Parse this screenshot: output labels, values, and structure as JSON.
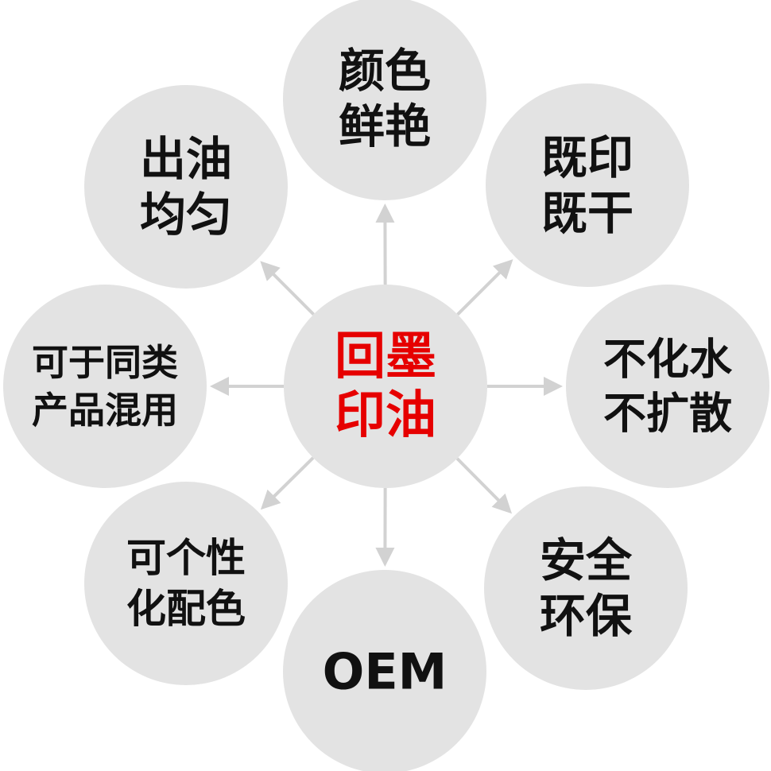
{
  "colors": {
    "circle_fill": "#e3e3e3",
    "arrow": "#d2d2d2",
    "center_text": "#e60000",
    "outer_text": "#111111"
  },
  "center": {
    "lines": [
      "回墨",
      "印油"
    ]
  },
  "outer": [
    {
      "id": "top",
      "lines": [
        "颜色",
        "鲜艳"
      ]
    },
    {
      "id": "top-right",
      "lines": [
        "既印",
        "既干"
      ]
    },
    {
      "id": "right",
      "lines": [
        "不化水",
        "不扩散"
      ]
    },
    {
      "id": "bottom-right",
      "lines": [
        "安全",
        "环保"
      ]
    },
    {
      "id": "bottom",
      "lines": [
        "OEM"
      ]
    },
    {
      "id": "bottom-left",
      "lines": [
        "可个性",
        "化配色"
      ]
    },
    {
      "id": "left",
      "lines": [
        "可于同类",
        "产品混用"
      ]
    },
    {
      "id": "top-left",
      "lines": [
        "出油",
        "均匀"
      ]
    }
  ]
}
